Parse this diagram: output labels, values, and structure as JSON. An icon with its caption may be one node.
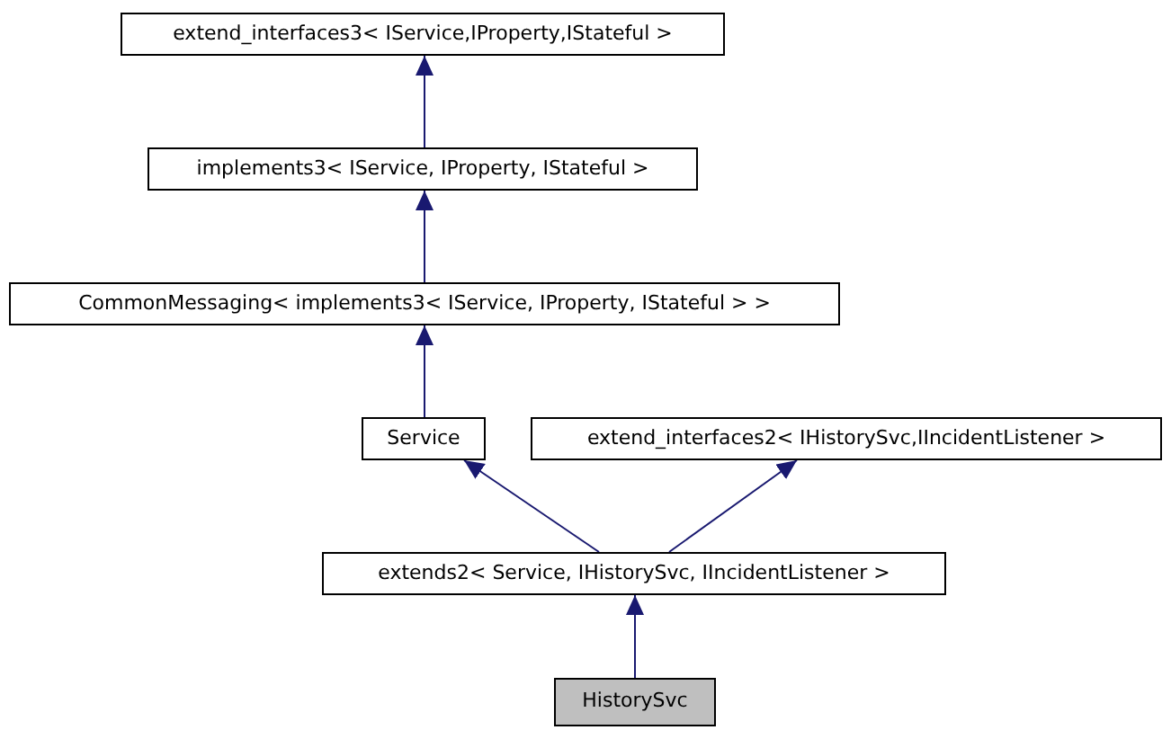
{
  "diagram": {
    "nodes": [
      {
        "text": [
          "extend_interfaces3< IService,IProperty,IStateful >"
        ]
      },
      {
        "text": [
          "implements3< IService, IProperty, IStateful >"
        ]
      },
      {
        "text": [
          "CommonMessaging< implements3< IService, IProperty, IStateful > >"
        ]
      },
      {
        "text": [
          "Service"
        ]
      },
      {
        "text": [
          "extend_interfaces2< IHistorySvc,IIncidentListener >"
        ]
      },
      {
        "text": [
          "extends2< Service, IHistorySvc, IIncidentListener >"
        ]
      },
      {
        "text": [
          "HistorySvc"
        ]
      }
    ],
    "edges": [
      {
        "from": 1,
        "to": 0,
        "arrow": "to"
      },
      {
        "from": 2,
        "to": 1,
        "arrow": "to"
      },
      {
        "from": 3,
        "to": 2,
        "arrow": "to"
      },
      {
        "from": 5,
        "to": 3,
        "arrow": "to"
      },
      {
        "from": 5,
        "to": 4,
        "arrow": "to"
      },
      {
        "from": 6,
        "to": 5,
        "arrow": "to"
      }
    ]
  }
}
